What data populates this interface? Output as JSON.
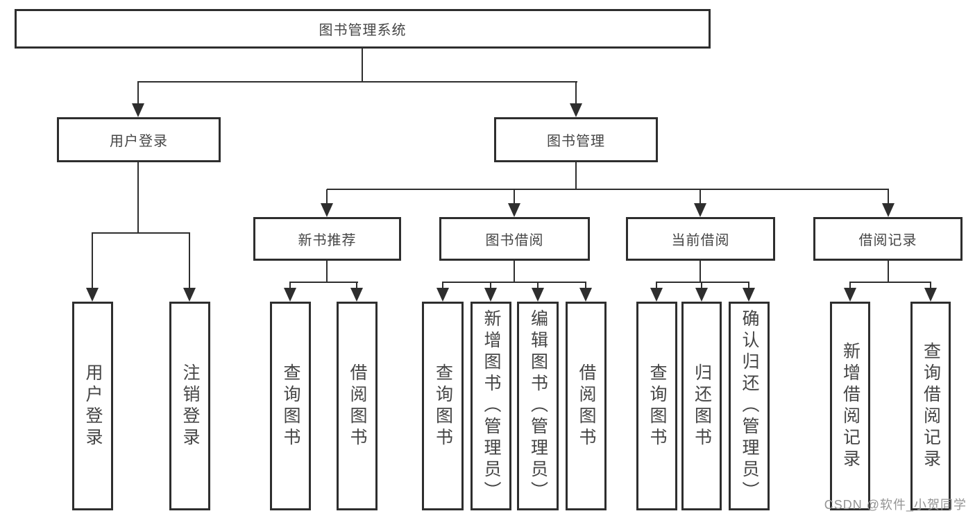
{
  "colors": {
    "line": "#2e2e2e",
    "text": "#454545",
    "watermark": "#949494",
    "background": "#ffffff"
  },
  "watermark": {
    "text": "CSDN @软件_小贺同学"
  },
  "tree": {
    "root": {
      "label": "图书管理系统"
    },
    "branches": [
      {
        "label": "用户登录",
        "children": [
          {
            "label": "用户登录"
          },
          {
            "label": "注销登录"
          }
        ]
      },
      {
        "label": "图书管理",
        "groups": [
          {
            "label": "新书推荐",
            "children": [
              {
                "label": "查询图书"
              },
              {
                "label": "借阅图书"
              }
            ]
          },
          {
            "label": "图书借阅",
            "children": [
              {
                "label": "查询图书"
              },
              {
                "label": "新增图书（管理员）"
              },
              {
                "label": "编辑图书（管理员）"
              },
              {
                "label": "借阅图书"
              }
            ]
          },
          {
            "label": "当前借阅",
            "children": [
              {
                "label": "查询图书"
              },
              {
                "label": "归还图书"
              },
              {
                "label": "确认归还（管理员）"
              }
            ]
          },
          {
            "label": "借阅记录",
            "children": [
              {
                "label": "新增借阅记录"
              },
              {
                "label": "查询借阅记录"
              }
            ]
          }
        ]
      }
    ]
  }
}
